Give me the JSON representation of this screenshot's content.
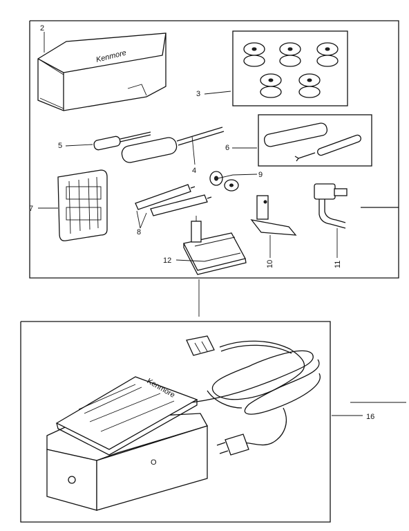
{
  "parts": {
    "kenmore_box_label": "Kenmore",
    "pedal_label": "Kenmore",
    "callouts": {
      "p2": "2",
      "p3": "3",
      "p4": "4",
      "p5": "5",
      "p6": "6",
      "p7": "7",
      "p8": "8",
      "p9": "9",
      "p10": "10",
      "p11": "11",
      "p12": "12",
      "p16": "16"
    }
  }
}
